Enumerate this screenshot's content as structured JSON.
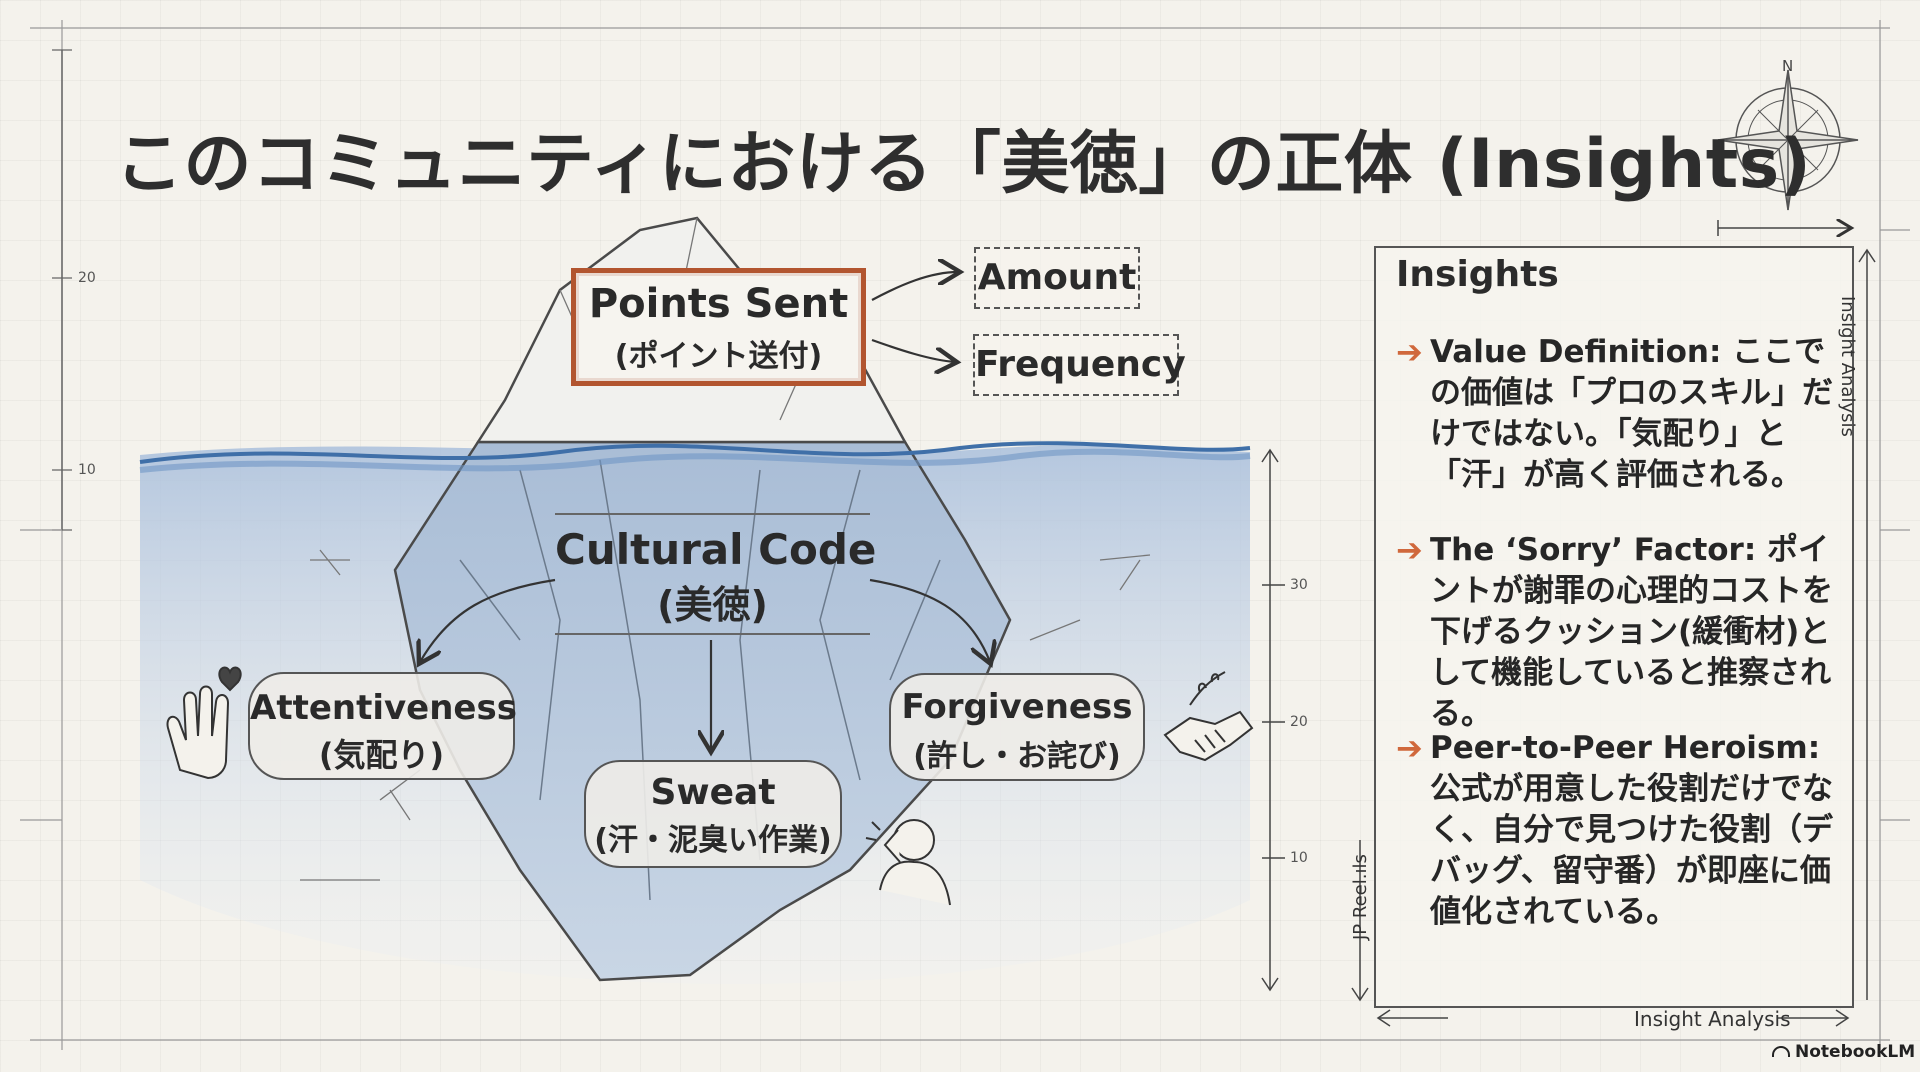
{
  "title": "このコミュニティにおける「美徳」の正体 (Insights)",
  "diagram": {
    "points_sent": {
      "en": "Points Sent",
      "jp": "(ポイント送付)"
    },
    "amount": "Amount",
    "frequency": "Frequency",
    "cultural_code": {
      "en": "Cultural Code",
      "jp": "(美徳)"
    },
    "attentiveness": {
      "en": "Attentiveness",
      "jp": "(気配り)"
    },
    "forgiveness": {
      "en": "Forgiveness",
      "jp": "(許し・お詫び)"
    },
    "sweat": {
      "en": "Sweat",
      "jp": "(汗・泥臭い作業)"
    }
  },
  "insights": {
    "title": "Insights",
    "items": [
      "Value Definition: ここでの価値は「プロのスキル」だけではない。「気配り」と「汗」が高く評価される。",
      "The ‘Sorry’ Factor: ポイントが謝罪の心理的コストを下げるクッション(緩衝材)として機能していると推察される。",
      "Peer-to-Peer Heroism: 公式が用意した役割だけでなく、自分で見つけた役割（デバッグ、留守番）が即座に価値化されている。"
    ],
    "arrow": "➔"
  },
  "labels": {
    "right_vertical": "Insight Analysis",
    "left_vertical": "JP Reel.ıls",
    "bottom": "Insight Analysis"
  },
  "ticks": {
    "left": [
      "20",
      "10"
    ],
    "right": [
      "30",
      "20",
      "10"
    ]
  },
  "compass_n": "N",
  "brand": "NotebookLM",
  "colors": {
    "accent_box": "#b2552f",
    "arrow": "#d0683c",
    "water": "#5a84b8",
    "ice": "#b9c9dc"
  }
}
